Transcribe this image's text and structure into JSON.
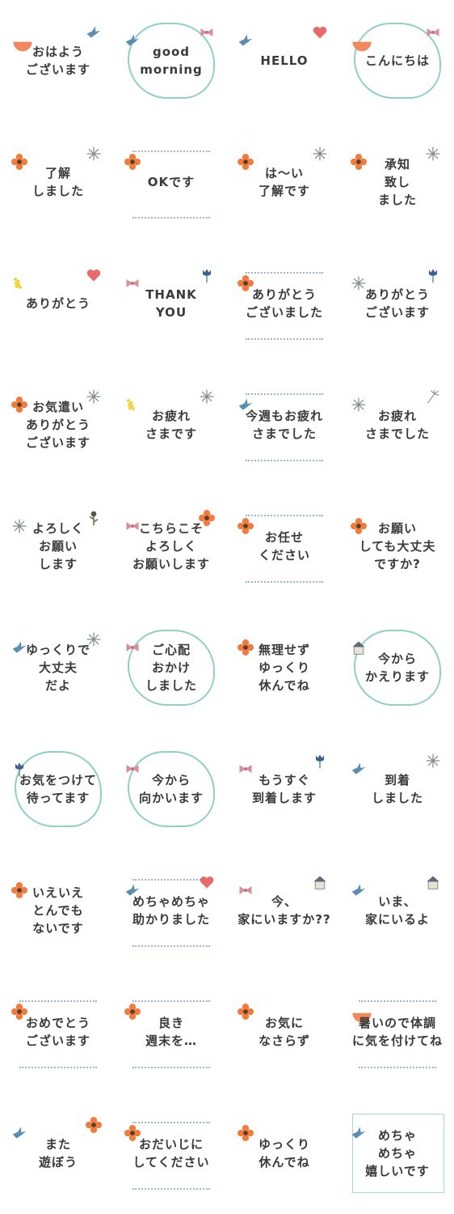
{
  "colors": {
    "text": "#3a3a3a",
    "bird": "#5a8fb5",
    "flower_red": "#e86a6a",
    "flower_orange": "#ef7b3c",
    "flower_yellow": "#f2d23a",
    "cloud_line": "#8fcfc6",
    "sun": "#f08a5d"
  },
  "stickers": [
    {
      "text": "おはよう\nございます",
      "deco": [
        "sun-icon",
        "bird-icon"
      ]
    },
    {
      "text": "good\nmorning",
      "deco": [
        "bird-icon",
        "cloud-icon",
        "ribbon-icon"
      ]
    },
    {
      "text": "HELLO",
      "deco": [
        "bird-icon",
        "heart-icon"
      ]
    },
    {
      "text": "こんにちは",
      "deco": [
        "sun-icon",
        "cloud-icon",
        "ribbon-icon"
      ]
    },
    {
      "text": "了解\nしました",
      "deco": [
        "flower-icon",
        "sparkle-icon"
      ]
    },
    {
      "text": "OKです",
      "deco": [
        "flower-icon",
        "vine-icon"
      ]
    },
    {
      "text": "は〜い\n了解です",
      "deco": [
        "flower-icon",
        "sparkle-icon"
      ]
    },
    {
      "text": "承知\n致し\nました",
      "deco": [
        "flower-icon",
        "sparkle-icon"
      ]
    },
    {
      "text": "ありがとう",
      "deco": [
        "mimosa-icon",
        "heart-icon"
      ]
    },
    {
      "text": "THANK\nYOU",
      "deco": [
        "ribbon-icon",
        "tulip-icon"
      ]
    },
    {
      "text": "ありがとう\nございました",
      "deco": [
        "flower-icon",
        "vine-icon"
      ]
    },
    {
      "text": "ありがとう\nございます",
      "deco": [
        "sparkle-icon",
        "tulip-icon"
      ]
    },
    {
      "text": "お気遣い\nありがとう\nございます",
      "deco": [
        "flower-icon",
        "sparkle-icon"
      ]
    },
    {
      "text": "お疲れ\nさまです",
      "deco": [
        "mimosa-icon",
        "sparkle-icon"
      ]
    },
    {
      "text": "今週もお疲れ\nさまでした",
      "deco": [
        "bird-icon",
        "vine-icon"
      ]
    },
    {
      "text": "お疲れ\nさまでした",
      "deco": [
        "sparkle-icon",
        "dandelion-icon"
      ]
    },
    {
      "text": "よろしく\nお願い\nします",
      "deco": [
        "sparkle-icon",
        "plant-icon"
      ]
    },
    {
      "text": "こちらこそ\nよろしく\nお願いします",
      "deco": [
        "ribbon-icon",
        "flower-icon"
      ]
    },
    {
      "text": "お任せ\nください",
      "deco": [
        "flower-icon",
        "vine-icon"
      ]
    },
    {
      "text": "お願い\nしても大丈夫\nですか?",
      "deco": [
        "flower-icon"
      ]
    },
    {
      "text": "ゆっくりで\n大丈夫\nだよ",
      "deco": [
        "bird-icon",
        "sparkle-icon"
      ]
    },
    {
      "text": "ご心配\nおかけ\nしました",
      "deco": [
        "cloud-icon",
        "ribbon-icon"
      ]
    },
    {
      "text": "無理せず\nゆっくり\n休んでね",
      "deco": [
        "flower-icon"
      ]
    },
    {
      "text": "今から\nかえります",
      "deco": [
        "cloud-icon",
        "house-icon"
      ]
    },
    {
      "text": "お気をつけて\n待ってます",
      "deco": [
        "cloud-icon",
        "tulip-icon"
      ]
    },
    {
      "text": "今から\n向かいます",
      "deco": [
        "cloud-icon",
        "ribbon-icon"
      ]
    },
    {
      "text": "もうすぐ\n到着します",
      "deco": [
        "ribbon-icon",
        "tulip-icon"
      ]
    },
    {
      "text": "到着\nしました",
      "deco": [
        "bird-icon",
        "sparkle-icon"
      ]
    },
    {
      "text": "いえいえ\nとんでも\nないです",
      "deco": [
        "flower-icon"
      ]
    },
    {
      "text": "めちゃめちゃ\n助かりました",
      "deco": [
        "bird-icon",
        "heart-icon",
        "vine-icon"
      ]
    },
    {
      "text": "今、\n家にいますか??",
      "deco": [
        "ribbon-icon",
        "house-icon"
      ]
    },
    {
      "text": "いま、\n家にいるよ",
      "deco": [
        "bird-icon",
        "house-icon"
      ]
    },
    {
      "text": "おめでとう\nございます",
      "deco": [
        "flower-icon",
        "vine-icon"
      ]
    },
    {
      "text": "良き\n週末を…",
      "deco": [
        "vine-icon",
        "flower-icon"
      ]
    },
    {
      "text": "お気に\nなさらず",
      "deco": [
        "flower-icon"
      ]
    },
    {
      "text": "暑いので体調\nに気を付けてね",
      "deco": [
        "sun-icon",
        "vine-icon"
      ]
    },
    {
      "text": "また\n遊ぼう",
      "deco": [
        "bird-icon",
        "flower-icon"
      ]
    },
    {
      "text": "おだいじに\nしてください",
      "deco": [
        "flower-icon",
        "vine-icon"
      ]
    },
    {
      "text": "ゆっくり\n休んでね",
      "deco": [
        "flower-icon"
      ]
    },
    {
      "text": "めちゃ\nめちゃ\n嬉しいです",
      "deco": [
        "bird-icon",
        "frame-icon"
      ]
    }
  ]
}
